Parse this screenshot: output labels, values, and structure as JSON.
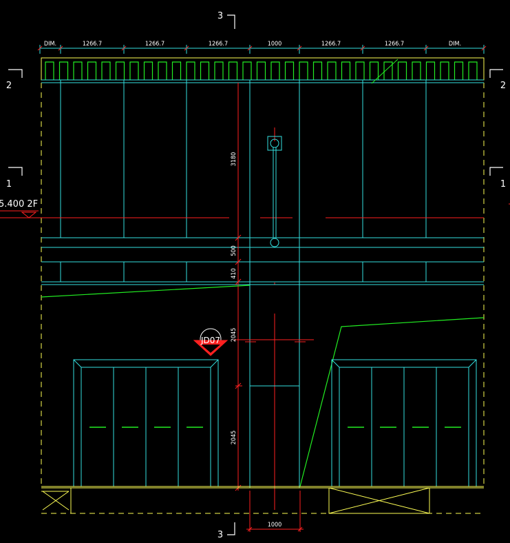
{
  "top_dimensions": [
    "DIM.",
    "1266.7",
    "1266.7",
    "1266.7",
    "1000",
    "1266.7",
    "1266.7",
    "DIM."
  ],
  "vertical_dimensions": [
    "3180",
    "500",
    "410",
    "2045",
    "2045"
  ],
  "bottom_dimension": "1000",
  "section_marks": {
    "top": "3",
    "bottom": "3",
    "left_upper": "2",
    "right_upper": "2",
    "left_lower": "1",
    "right_lower": "1"
  },
  "level_marker": "5.400  2F",
  "door_tag": "JD07",
  "colors": {
    "background": "#000000",
    "cyan": "#33e0e0",
    "red": "#ff2020",
    "green": "#22ee22",
    "yellow": "#ffff55",
    "white": "#ffffff"
  }
}
